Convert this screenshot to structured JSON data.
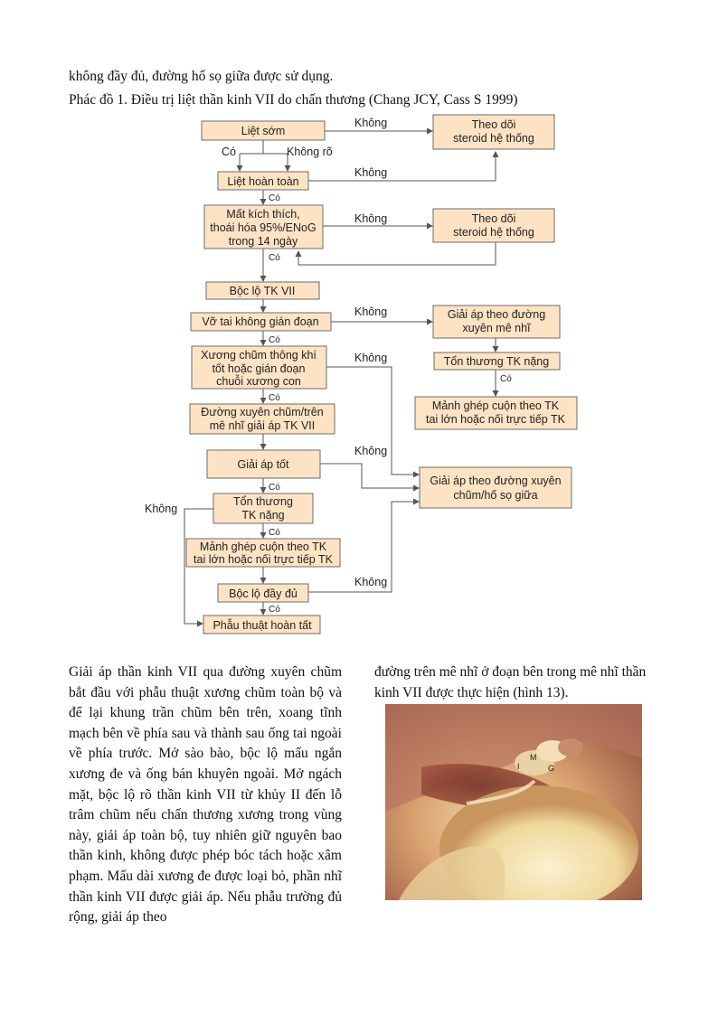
{
  "top_line": "không đầy đủ, đường hố sọ giữa được sử        dụng.",
  "caption": "Phác đồ 1. Điều trị liệt thần kinh VII do chấn thương (Chang JCY, Cass S 1999)",
  "flowchart": {
    "boxes": [
      {
        "id": "b1",
        "lines": [
          "Liệt sớm"
        ]
      },
      {
        "id": "b2",
        "lines": [
          "Theo dõi",
          "steroid hệ thống"
        ]
      },
      {
        "id": "b3",
        "lines": [
          "Liệt hoàn toàn"
        ]
      },
      {
        "id": "b4",
        "lines": [
          "Mất kích thích,",
          "thoái hóa 95%/ENoG",
          "trong 14 ngày"
        ]
      },
      {
        "id": "b5",
        "lines": [
          "Theo dõi",
          "steroid hệ thống"
        ]
      },
      {
        "id": "b6",
        "lines": [
          "Bộc lộ TK VII"
        ]
      },
      {
        "id": "b7",
        "lines": [
          "Vỡ tai không gián đoạn"
        ]
      },
      {
        "id": "b8",
        "lines": [
          "Giải áp theo đường",
          "xuyên mê nhĩ"
        ]
      },
      {
        "id": "b9",
        "lines": [
          "Xương chũm thông khí",
          "tốt hoặc gián đoạn",
          "chuỗi xương con"
        ]
      },
      {
        "id": "b10",
        "lines": [
          "Tổn thương TK nặng"
        ]
      },
      {
        "id": "b11",
        "lines": [
          "Đường xuyên chũm/trên",
          "mê nhĩ giải áp TK VII"
        ]
      },
      {
        "id": "b12",
        "lines": [
          "Mảnh ghép cuộn theo TK",
          "tai lớn hoặc nối trực tiếp TK"
        ]
      },
      {
        "id": "b13",
        "lines": [
          "Giải áp tốt"
        ]
      },
      {
        "id": "b14",
        "lines": [
          "Giải áp theo đường xuyên",
          "chũm/hố sọ giữa"
        ]
      },
      {
        "id": "b15",
        "lines": [
          "Tổn thương",
          "TK nặng"
        ]
      },
      {
        "id": "b16",
        "lines": [
          "Mảnh ghép cuộn theo TK",
          "tai lớn hoặc nối trực tiếp TK"
        ]
      },
      {
        "id": "b17",
        "lines": [
          "Bộc lộ đầy đủ"
        ]
      },
      {
        "id": "b18",
        "lines": [
          "Phẫu thuật hoàn tất"
        ]
      }
    ],
    "labels": {
      "khong": "Không",
      "co": "Có",
      "khong_ro": "Không rõ"
    }
  },
  "left_column": "Giải áp thần kinh VII qua đường xuyên chũm bắt đầu với phẫu thuật xương chũm toàn bộ và để lại khung trần chũm bên trên, xoang tĩnh mạch bên về phía sau và thành sau ống tai ngoài về phía trước. Mở sào bào, bộc lộ mấu ngắn xương đe và ống bán khuyên ngoài. Mở ngách mặt, bộc lộ rõ thần kinh VII từ khủy II đến lỗ trâm chũm nếu chấn thương xương trong vùng này, giải áp toàn bộ, tuy nhiên giữ nguyên bao thần kinh, không được phép bóc tách hoặc xâm phạm. Mấu dài xương đe được loại bỏ, phần nhĩ thần kinh VII được giải áp. Nếu phẫu trường đủ rộng, giải áp theo",
  "right_column": "đường trên mê nhĩ ở đoạn bên trong mê nhĩ thần kinh VII được thực hiện (hình 13).",
  "photo_labels": {
    "m": "M",
    "i": "I",
    "g": "G"
  }
}
